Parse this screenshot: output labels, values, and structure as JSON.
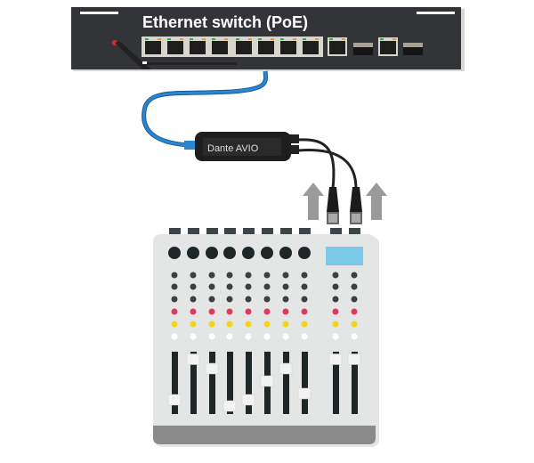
{
  "switch": {
    "title": "Ethernet switch (PoE)",
    "poe_ports": 8,
    "uplink_ports": 2,
    "sfp_slots": 2
  },
  "adapter": {
    "label": "Dante AVIO"
  },
  "mixer": {
    "channels": 8,
    "master_channels": 2,
    "fader_levels": [
      0.2,
      0.85,
      0.7,
      0.1,
      0.2,
      0.5,
      0.7,
      0.3
    ],
    "master_fader_levels": [
      0.85,
      0.85
    ]
  },
  "colors": {
    "cable": "#2a86d0",
    "switch_body": "#333437",
    "mixer_body": "#e4e6e6",
    "display": "#7ac9e8",
    "led_red": "#e0395a",
    "led_yellow": "#f6d31a",
    "arrow": "#9a9a9a"
  }
}
